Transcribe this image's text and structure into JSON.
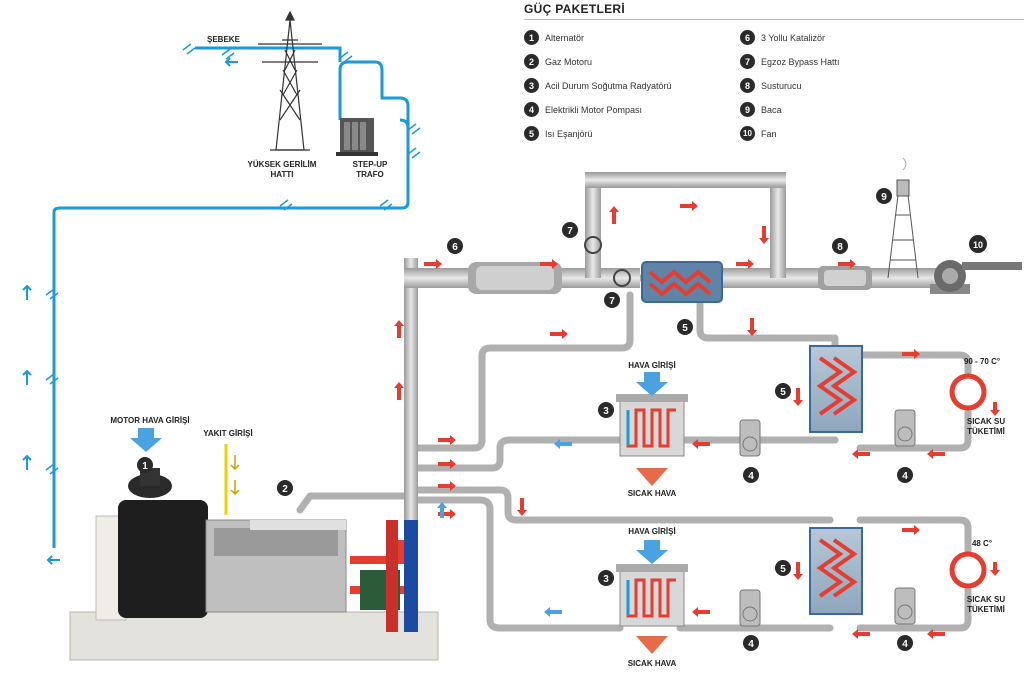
{
  "legend": {
    "title": "GÜÇ PAKETLERİ",
    "items": [
      {
        "num": "1",
        "label": "Alternatör"
      },
      {
        "num": "2",
        "label": "Gaz Motoru"
      },
      {
        "num": "3",
        "label": "Acil Durum Soğutma Radyatörü"
      },
      {
        "num": "4",
        "label": "Elektrikli Motor Pompası"
      },
      {
        "num": "5",
        "label": "Isı Eşanjörü"
      },
      {
        "num": "6",
        "label": "3 Yollu Katalizör"
      },
      {
        "num": "7",
        "label": "Egzoz Bypass Hattı"
      },
      {
        "num": "8",
        "label": "Susturucu"
      },
      {
        "num": "9",
        "label": "Baca"
      },
      {
        "num": "10",
        "label": "Fan"
      }
    ]
  },
  "labels": {
    "grid": "ŞEBEKE",
    "hv_line_1": "YÜKSEK GERİLİM",
    "hv_line_2": "HATTI",
    "stepup_1": "STEP-UP",
    "stepup_2": "TRAFO",
    "engine_air": "MOTOR HAVA GİRİŞİ",
    "fuel_in": "YAKIT GİRİŞİ",
    "air_in_top": "HAVA GİRİŞİ",
    "hot_air_top": "SICAK HAVA",
    "air_in_bottom": "HAVA GİRİŞİ",
    "hot_air_bottom": "SICAK HAVA",
    "temp_top": "90 - 70 C°",
    "temp_bottom": "48 C°",
    "hot_water_top_1": "SICAK SU",
    "hot_water_top_2": "TÜKETİMİ",
    "hot_water_bottom_1": "SICAK SU",
    "hot_water_bottom_2": "TÜKETİMİ"
  },
  "badges": {
    "b1": "1",
    "b2": "2",
    "b3a": "3",
    "b3b": "3",
    "b4a": "4",
    "b4b": "4",
    "b4c": "4",
    "b4d": "4",
    "b5a": "5",
    "b5b": "5",
    "b5c": "5",
    "b6": "6",
    "b7a": "7",
    "b7b": "7",
    "b8": "8",
    "b9": "9",
    "b10": "10"
  },
  "colors": {
    "cable": "#1a9ad6",
    "pipe": "#c8c8c8",
    "hot": "#e53d2f",
    "cold": "#4aa3e0",
    "fuel": "#f0d000",
    "badge": "#2a2a2a"
  }
}
